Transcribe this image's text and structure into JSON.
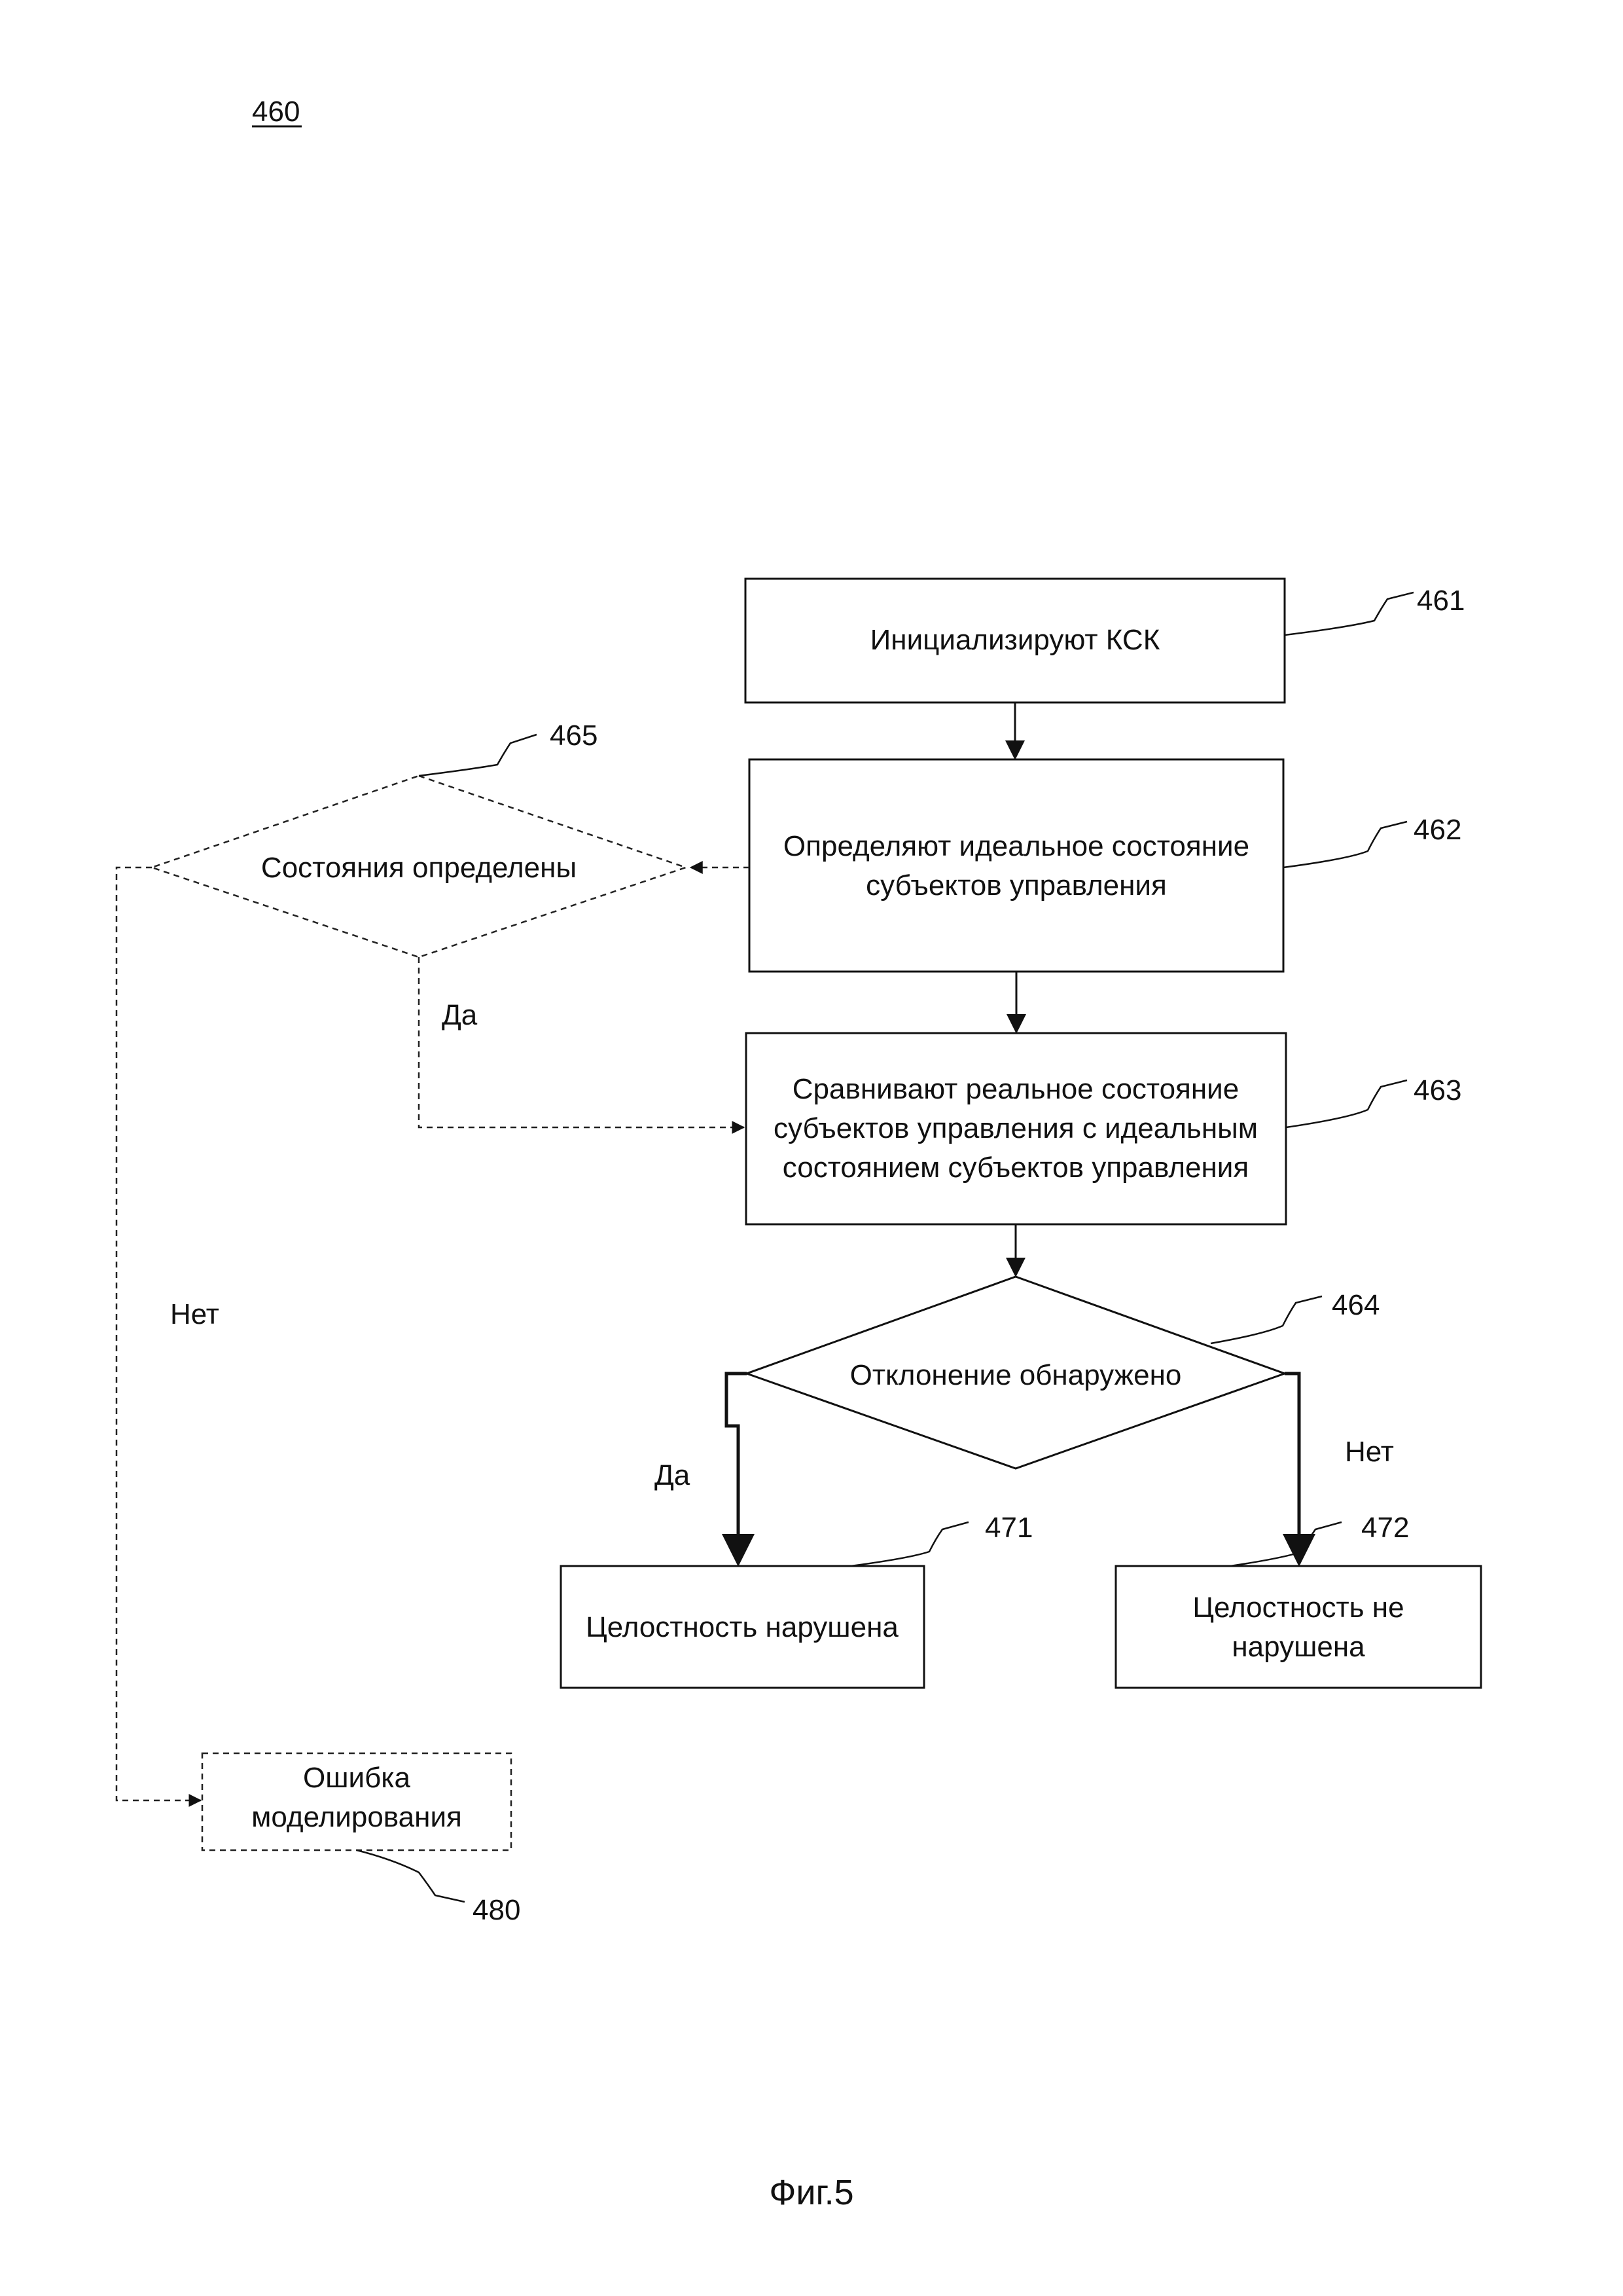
{
  "figure_number": "460",
  "caption": "Фиг.5",
  "nodes": {
    "n461": {
      "ref": "461",
      "lines": [
        "Инициализируют КСК"
      ]
    },
    "n462": {
      "ref": "462",
      "lines": [
        "Определяют идеальное состояние",
        "субъектов управления"
      ]
    },
    "n463": {
      "ref": "463",
      "lines": [
        "Сравнивают реальное состояние",
        "субъектов управления с идеальным",
        "состоянием субъектов управления"
      ]
    },
    "n464": {
      "ref": "464",
      "lines": [
        "Отклонение обнаружено"
      ]
    },
    "n465": {
      "ref": "465",
      "lines": [
        "Состояния определены"
      ]
    },
    "n471": {
      "ref": "471",
      "lines": [
        "Целостность нарушена"
      ]
    },
    "n472": {
      "ref": "472",
      "lines": [
        "Целостность не",
        "нарушена"
      ]
    },
    "n480": {
      "ref": "480",
      "lines": [
        "Ошибка",
        "моделирования"
      ]
    }
  },
  "edge_labels": {
    "yes_465": "Да",
    "no_465": "Нет",
    "yes_464": "Да",
    "no_464": "Нет"
  }
}
